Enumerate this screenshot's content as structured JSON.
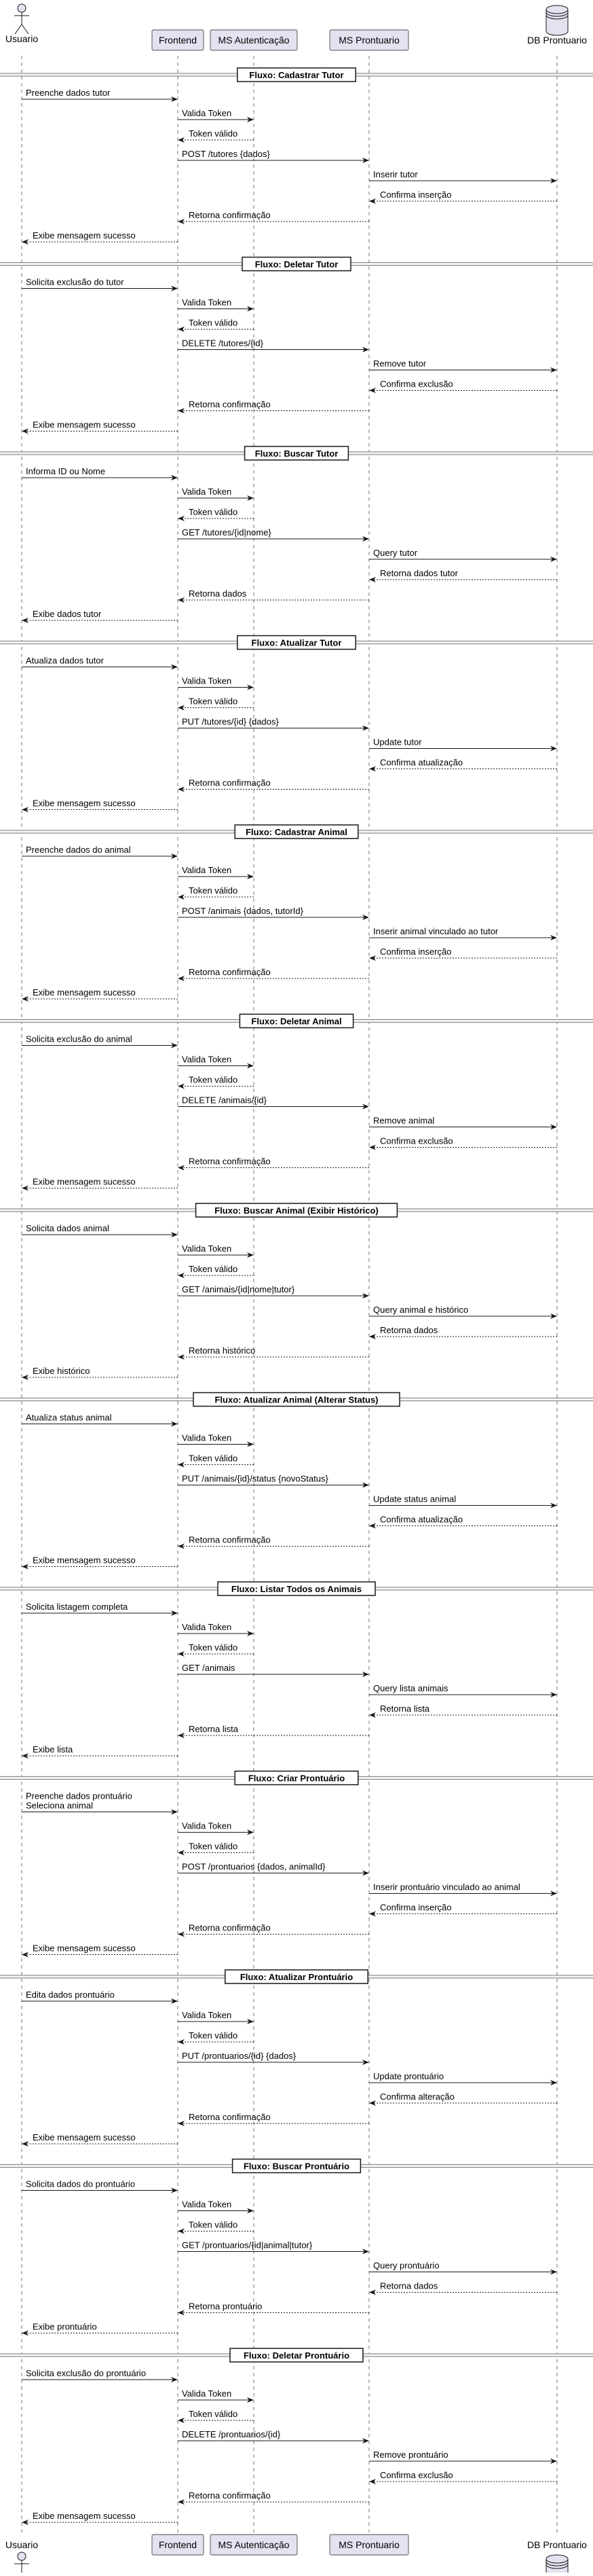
{
  "participants": [
    {
      "id": "usuario",
      "label": "Usuario",
      "kind": "actor"
    },
    {
      "id": "frontend",
      "label": "Frontend",
      "kind": "box"
    },
    {
      "id": "auth",
      "label": "MS Autenticação",
      "kind": "box"
    },
    {
      "id": "pront",
      "label": "MS Prontuario",
      "kind": "box"
    },
    {
      "id": "db",
      "label": "DB Prontuario",
      "kind": "database"
    }
  ],
  "colors": {
    "box_fill": "#e2e2f0",
    "box_stroke": "#181818",
    "line": "#181818",
    "lifeline": "#181818",
    "divider": "#888888",
    "text": "#000000"
  },
  "flows": [
    {
      "title": "Fluxo: Cadastrar Tutor",
      "messages": [
        {
          "from": "usuario",
          "to": "frontend",
          "text": "Preenche dados tutor",
          "dashed": false
        },
        {
          "from": "frontend",
          "to": "auth",
          "text": "Valida Token",
          "dashed": false
        },
        {
          "from": "auth",
          "to": "frontend",
          "text": "Token válido",
          "dashed": true
        },
        {
          "from": "frontend",
          "to": "pront",
          "text": "POST /tutores {dados}",
          "dashed": false
        },
        {
          "from": "pront",
          "to": "db",
          "text": "Inserir tutor",
          "dashed": false
        },
        {
          "from": "db",
          "to": "pront",
          "text": "Confirma inserção",
          "dashed": true
        },
        {
          "from": "pront",
          "to": "frontend",
          "text": "Retorna confirmação",
          "dashed": true
        },
        {
          "from": "frontend",
          "to": "usuario",
          "text": "Exibe mensagem sucesso",
          "dashed": true
        }
      ]
    },
    {
      "title": "Fluxo: Deletar Tutor",
      "messages": [
        {
          "from": "usuario",
          "to": "frontend",
          "text": "Solicita exclusão do tutor",
          "dashed": false
        },
        {
          "from": "frontend",
          "to": "auth",
          "text": "Valida Token",
          "dashed": false
        },
        {
          "from": "auth",
          "to": "frontend",
          "text": "Token válido",
          "dashed": true
        },
        {
          "from": "frontend",
          "to": "pront",
          "text": "DELETE /tutores/{id}",
          "dashed": false
        },
        {
          "from": "pront",
          "to": "db",
          "text": "Remove tutor",
          "dashed": false
        },
        {
          "from": "db",
          "to": "pront",
          "text": "Confirma exclusão",
          "dashed": true
        },
        {
          "from": "pront",
          "to": "frontend",
          "text": "Retorna confirmação",
          "dashed": true
        },
        {
          "from": "frontend",
          "to": "usuario",
          "text": "Exibe mensagem sucesso",
          "dashed": true
        }
      ]
    },
    {
      "title": "Fluxo: Buscar Tutor",
      "messages": [
        {
          "from": "usuario",
          "to": "frontend",
          "text": "Informa ID ou Nome",
          "dashed": false
        },
        {
          "from": "frontend",
          "to": "auth",
          "text": "Valida Token",
          "dashed": false
        },
        {
          "from": "auth",
          "to": "frontend",
          "text": "Token válido",
          "dashed": true
        },
        {
          "from": "frontend",
          "to": "pront",
          "text": "GET /tutores/{id|nome}",
          "dashed": false
        },
        {
          "from": "pront",
          "to": "db",
          "text": "Query tutor",
          "dashed": false
        },
        {
          "from": "db",
          "to": "pront",
          "text": "Retorna dados tutor",
          "dashed": true
        },
        {
          "from": "pront",
          "to": "frontend",
          "text": "Retorna dados",
          "dashed": true
        },
        {
          "from": "frontend",
          "to": "usuario",
          "text": "Exibe dados tutor",
          "dashed": true
        }
      ]
    },
    {
      "title": "Fluxo: Atualizar Tutor",
      "messages": [
        {
          "from": "usuario",
          "to": "frontend",
          "text": "Atualiza dados tutor",
          "dashed": false
        },
        {
          "from": "frontend",
          "to": "auth",
          "text": "Valida Token",
          "dashed": false
        },
        {
          "from": "auth",
          "to": "frontend",
          "text": "Token válido",
          "dashed": true
        },
        {
          "from": "frontend",
          "to": "pront",
          "text": "PUT /tutores/{id} {dados}",
          "dashed": false
        },
        {
          "from": "pront",
          "to": "db",
          "text": "Update tutor",
          "dashed": false
        },
        {
          "from": "db",
          "to": "pront",
          "text": "Confirma atualização",
          "dashed": true
        },
        {
          "from": "pront",
          "to": "frontend",
          "text": "Retorna confirmação",
          "dashed": true
        },
        {
          "from": "frontend",
          "to": "usuario",
          "text": "Exibe mensagem sucesso",
          "dashed": true
        }
      ]
    },
    {
      "title": "Fluxo: Cadastrar Animal",
      "messages": [
        {
          "from": "usuario",
          "to": "frontend",
          "text": "Preenche dados do animal",
          "dashed": false
        },
        {
          "from": "frontend",
          "to": "auth",
          "text": "Valida Token",
          "dashed": false
        },
        {
          "from": "auth",
          "to": "frontend",
          "text": "Token válido",
          "dashed": true
        },
        {
          "from": "frontend",
          "to": "pront",
          "text": "POST /animais {dados, tutorId}",
          "dashed": false
        },
        {
          "from": "pront",
          "to": "db",
          "text": "Inserir animal vinculado ao tutor",
          "dashed": false
        },
        {
          "from": "db",
          "to": "pront",
          "text": "Confirma inserção",
          "dashed": true
        },
        {
          "from": "pront",
          "to": "frontend",
          "text": "Retorna confirmação",
          "dashed": true
        },
        {
          "from": "frontend",
          "to": "usuario",
          "text": "Exibe mensagem sucesso",
          "dashed": true
        }
      ]
    },
    {
      "title": "Fluxo: Deletar Animal",
      "messages": [
        {
          "from": "usuario",
          "to": "frontend",
          "text": "Solicita exclusão do animal",
          "dashed": false
        },
        {
          "from": "frontend",
          "to": "auth",
          "text": "Valida Token",
          "dashed": false
        },
        {
          "from": "auth",
          "to": "frontend",
          "text": "Token válido",
          "dashed": true
        },
        {
          "from": "frontend",
          "to": "pront",
          "text": "DELETE /animais/{id}",
          "dashed": false
        },
        {
          "from": "pront",
          "to": "db",
          "text": "Remove animal",
          "dashed": false
        },
        {
          "from": "db",
          "to": "pront",
          "text": "Confirma exclusão",
          "dashed": true
        },
        {
          "from": "pront",
          "to": "frontend",
          "text": "Retorna confirmação",
          "dashed": true
        },
        {
          "from": "frontend",
          "to": "usuario",
          "text": "Exibe mensagem sucesso",
          "dashed": true
        }
      ]
    },
    {
      "title": "Fluxo: Buscar Animal (Exibir Histórico)",
      "messages": [
        {
          "from": "usuario",
          "to": "frontend",
          "text": "Solicita dados animal",
          "dashed": false
        },
        {
          "from": "frontend",
          "to": "auth",
          "text": "Valida Token",
          "dashed": false
        },
        {
          "from": "auth",
          "to": "frontend",
          "text": "Token válido",
          "dashed": true
        },
        {
          "from": "frontend",
          "to": "pront",
          "text": "GET /animais/{id|nome|tutor}",
          "dashed": false
        },
        {
          "from": "pront",
          "to": "db",
          "text": "Query animal e histórico",
          "dashed": false
        },
        {
          "from": "db",
          "to": "pront",
          "text": "Retorna dados",
          "dashed": true
        },
        {
          "from": "pront",
          "to": "frontend",
          "text": "Retorna histórico",
          "dashed": true
        },
        {
          "from": "frontend",
          "to": "usuario",
          "text": "Exibe histórico",
          "dashed": true
        }
      ]
    },
    {
      "title": "Fluxo: Atualizar Animal (Alterar Status)",
      "messages": [
        {
          "from": "usuario",
          "to": "frontend",
          "text": "Atualiza status animal",
          "dashed": false
        },
        {
          "from": "frontend",
          "to": "auth",
          "text": "Valida Token",
          "dashed": false
        },
        {
          "from": "auth",
          "to": "frontend",
          "text": "Token válido",
          "dashed": true
        },
        {
          "from": "frontend",
          "to": "pront",
          "text": "PUT /animais/{id}/status {novoStatus}",
          "dashed": false
        },
        {
          "from": "pront",
          "to": "db",
          "text": "Update status animal",
          "dashed": false
        },
        {
          "from": "db",
          "to": "pront",
          "text": "Confirma atualização",
          "dashed": true
        },
        {
          "from": "pront",
          "to": "frontend",
          "text": "Retorna confirmação",
          "dashed": true
        },
        {
          "from": "frontend",
          "to": "usuario",
          "text": "Exibe mensagem sucesso",
          "dashed": true
        }
      ]
    },
    {
      "title": "Fluxo: Listar Todos os Animais",
      "messages": [
        {
          "from": "usuario",
          "to": "frontend",
          "text": "Solicita listagem completa",
          "dashed": false
        },
        {
          "from": "frontend",
          "to": "auth",
          "text": "Valida Token",
          "dashed": false
        },
        {
          "from": "auth",
          "to": "frontend",
          "text": "Token válido",
          "dashed": true
        },
        {
          "from": "frontend",
          "to": "pront",
          "text": "GET /animais",
          "dashed": false
        },
        {
          "from": "pront",
          "to": "db",
          "text": "Query lista animais",
          "dashed": false
        },
        {
          "from": "db",
          "to": "pront",
          "text": "Retorna lista",
          "dashed": true
        },
        {
          "from": "pront",
          "to": "frontend",
          "text": "Retorna lista",
          "dashed": true
        },
        {
          "from": "frontend",
          "to": "usuario",
          "text": "Exibe lista",
          "dashed": true
        }
      ]
    },
    {
      "title": "Fluxo: Criar Prontuário",
      "messages": [
        {
          "from": "usuario",
          "to": "frontend",
          "text": "Preenche dados prontuário\nSeleciona animal",
          "dashed": false
        },
        {
          "from": "frontend",
          "to": "auth",
          "text": "Valida Token",
          "dashed": false
        },
        {
          "from": "auth",
          "to": "frontend",
          "text": "Token válido",
          "dashed": true
        },
        {
          "from": "frontend",
          "to": "pront",
          "text": "POST /prontuarios {dados, animalId}",
          "dashed": false
        },
        {
          "from": "pront",
          "to": "db",
          "text": "Inserir prontuário vinculado ao animal",
          "dashed": false
        },
        {
          "from": "db",
          "to": "pront",
          "text": "Confirma inserção",
          "dashed": true
        },
        {
          "from": "pront",
          "to": "frontend",
          "text": "Retorna confirmação",
          "dashed": true
        },
        {
          "from": "frontend",
          "to": "usuario",
          "text": "Exibe mensagem sucesso",
          "dashed": true
        }
      ]
    },
    {
      "title": "Fluxo: Atualizar Prontuário",
      "messages": [
        {
          "from": "usuario",
          "to": "frontend",
          "text": "Edita dados prontuário",
          "dashed": false
        },
        {
          "from": "frontend",
          "to": "auth",
          "text": "Valida Token",
          "dashed": false
        },
        {
          "from": "auth",
          "to": "frontend",
          "text": "Token válido",
          "dashed": true
        },
        {
          "from": "frontend",
          "to": "pront",
          "text": "PUT /prontuarios/{id} {dados}",
          "dashed": false
        },
        {
          "from": "pront",
          "to": "db",
          "text": "Update prontuário",
          "dashed": false
        },
        {
          "from": "db",
          "to": "pront",
          "text": "Confirma alteração",
          "dashed": true
        },
        {
          "from": "pront",
          "to": "frontend",
          "text": "Retorna confirmação",
          "dashed": true
        },
        {
          "from": "frontend",
          "to": "usuario",
          "text": "Exibe mensagem sucesso",
          "dashed": true
        }
      ]
    },
    {
      "title": "Fluxo: Buscar Prontuário",
      "messages": [
        {
          "from": "usuario",
          "to": "frontend",
          "text": "Solicita dados do prontuário",
          "dashed": false
        },
        {
          "from": "frontend",
          "to": "auth",
          "text": "Valida Token",
          "dashed": false
        },
        {
          "from": "auth",
          "to": "frontend",
          "text": "Token válido",
          "dashed": true
        },
        {
          "from": "frontend",
          "to": "pront",
          "text": "GET /prontuarios/{id|animal|tutor}",
          "dashed": false
        },
        {
          "from": "pront",
          "to": "db",
          "text": "Query prontuário",
          "dashed": false
        },
        {
          "from": "db",
          "to": "pront",
          "text": "Retorna dados",
          "dashed": true
        },
        {
          "from": "pront",
          "to": "frontend",
          "text": "Retorna prontuário",
          "dashed": true
        },
        {
          "from": "frontend",
          "to": "usuario",
          "text": "Exibe prontuário",
          "dashed": true
        }
      ]
    },
    {
      "title": "Fluxo: Deletar Prontuário",
      "messages": [
        {
          "from": "usuario",
          "to": "frontend",
          "text": "Solicita exclusão do prontuário",
          "dashed": false
        },
        {
          "from": "frontend",
          "to": "auth",
          "text": "Valida Token",
          "dashed": false
        },
        {
          "from": "auth",
          "to": "frontend",
          "text": "Token válido",
          "dashed": true
        },
        {
          "from": "frontend",
          "to": "pront",
          "text": "DELETE /prontuarios/{id}",
          "dashed": false
        },
        {
          "from": "pront",
          "to": "db",
          "text": "Remove prontuário",
          "dashed": false
        },
        {
          "from": "db",
          "to": "pront",
          "text": "Confirma exclusão",
          "dashed": true
        },
        {
          "from": "pront",
          "to": "frontend",
          "text": "Retorna confirmação",
          "dashed": true
        },
        {
          "from": "frontend",
          "to": "usuario",
          "text": "Exibe mensagem sucesso",
          "dashed": true
        }
      ]
    }
  ]
}
